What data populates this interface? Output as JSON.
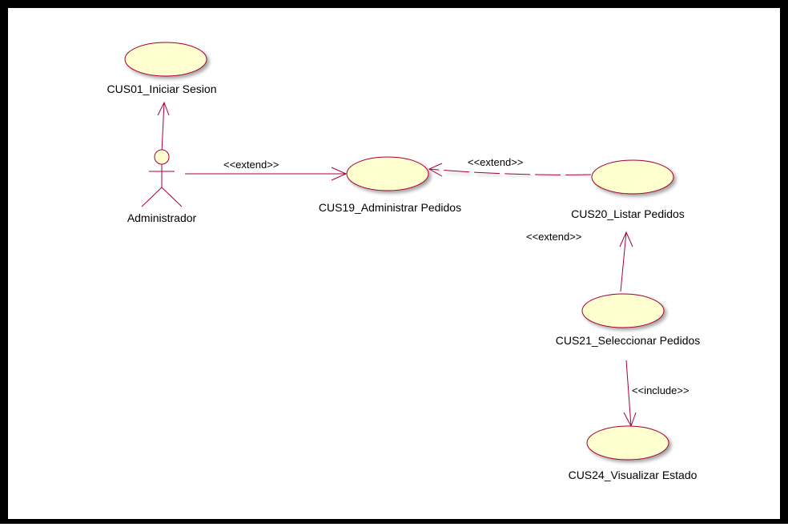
{
  "actors": [
    {
      "id": "admin",
      "label": "Administrador"
    }
  ],
  "use_cases": [
    {
      "id": "cus01",
      "label": "CUS01_Iniciar Sesion"
    },
    {
      "id": "cus19",
      "label": "CUS19_Administrar Pedidos"
    },
    {
      "id": "cus20",
      "label": "CUS20_Listar Pedidos"
    },
    {
      "id": "cus21",
      "label": "CUS21_Seleccionar Pedidos"
    },
    {
      "id": "cus24",
      "label": "CUS24_Visualizar Estado"
    }
  ],
  "relations": [
    {
      "from": "admin",
      "to": "cus01",
      "stereotype": ""
    },
    {
      "from": "admin",
      "to": "cus19",
      "stereotype": "<<extend>>"
    },
    {
      "from": "cus20",
      "to": "cus19",
      "stereotype": "<<extend>>"
    },
    {
      "from": "cus21",
      "to": "cus20",
      "stereotype": "<<extend>>"
    },
    {
      "from": "cus21",
      "to": "cus24",
      "stereotype": "<<include>>"
    }
  ],
  "colors": {
    "frame": "#000000",
    "use_case_fill": "#fefece",
    "use_case_stroke": "#a80036",
    "line": "#a80036"
  }
}
